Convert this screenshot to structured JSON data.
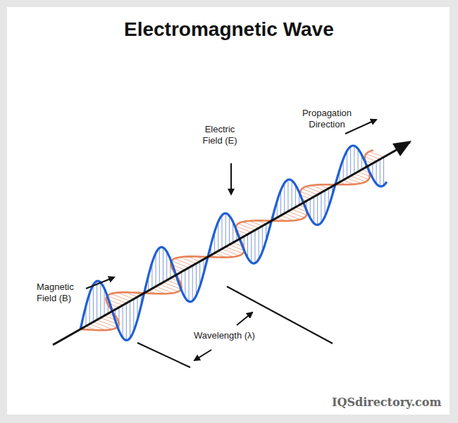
{
  "diagram": {
    "title": "Electromagnetic Wave",
    "labels": [
      "Electric Field (E)",
      "Propagation Direction",
      "Magnetic Field (B)",
      "Wavelength (λ)",
      "IQSdirectory.com"
    ]
  }
}
